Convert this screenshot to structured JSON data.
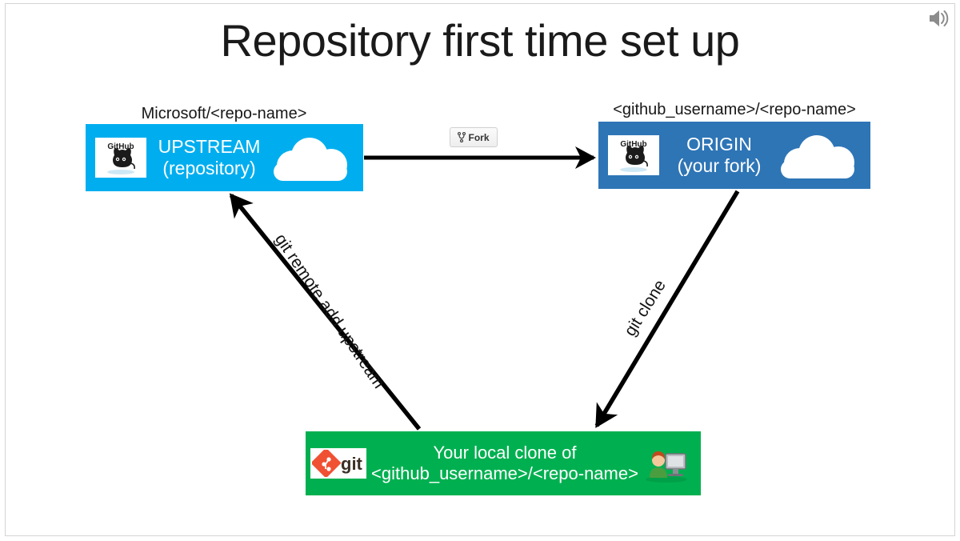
{
  "slide": {
    "title": "Repository first time set up",
    "background_color": "#ffffff",
    "border_color": "#d4d4d4"
  },
  "speaker_icon": {
    "name": "speaker-icon",
    "glyph": "speaker-audio"
  },
  "nodes": [
    {
      "id": "upstream",
      "caption": "Microsoft/<repo-name>",
      "line1": "UPSTREAM",
      "line2": "(repository)",
      "color": "#00AEEF",
      "logo": "github-octocat-logo",
      "logo_text": "GitHub",
      "decoration": "cloud-icon"
    },
    {
      "id": "origin",
      "caption": "<github_username>/<repo-name>",
      "line1": "ORIGIN",
      "line2": "(your fork)",
      "color": "#2E75B6",
      "logo": "github-octocat-logo",
      "logo_text": "GitHub",
      "decoration": "cloud-icon"
    },
    {
      "id": "local",
      "caption": "",
      "line1": "Your local clone of",
      "line2": "<github_username>/<repo-name>",
      "color": "#00B050",
      "logo": "git-logo",
      "logo_text": "git",
      "decoration": "person-at-computer-icon"
    }
  ],
  "fork_button": {
    "label": "Fork",
    "icon": "fork-branch-icon"
  },
  "arrows": [
    {
      "id": "fork-arrow",
      "from": "upstream",
      "to": "origin",
      "label": ""
    },
    {
      "id": "clone-arrow",
      "from": "origin",
      "to": "local",
      "label": "git clone"
    },
    {
      "id": "remote-add-arrow",
      "from": "local",
      "to": "upstream",
      "label": "git remote add upstream"
    }
  ],
  "labels": {
    "git_clone": "git clone",
    "git_remote_add_upstream": "git remote add upstream"
  }
}
